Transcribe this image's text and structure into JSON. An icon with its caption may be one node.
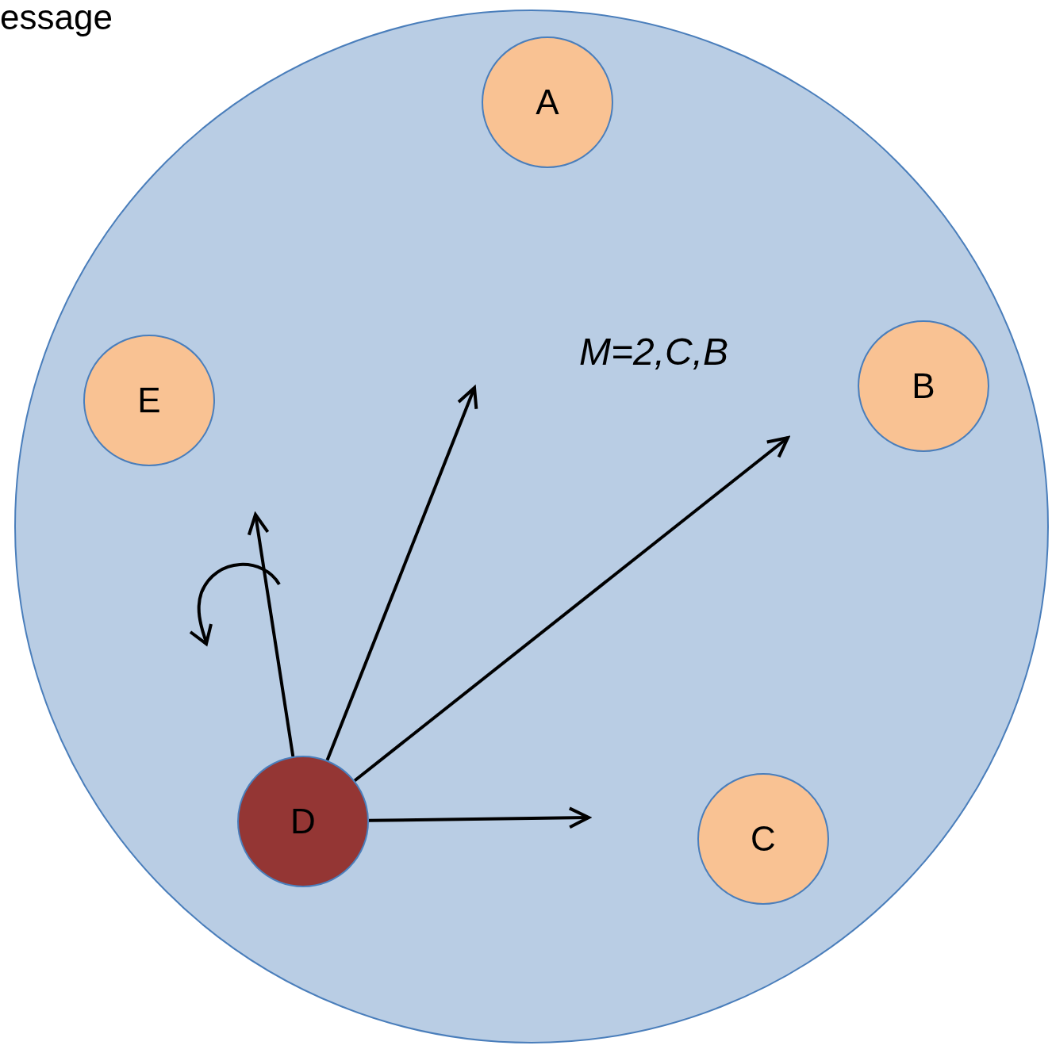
{
  "diagram": {
    "nodes": [
      {
        "text": [],
        "shape": "circle"
      },
      {
        "text": [
          "A"
        ],
        "in": 0
      },
      {
        "text": [
          "B"
        ],
        "in": 0
      },
      {
        "text": [
          "E"
        ],
        "in": 0
      },
      {
        "text": [
          "D"
        ],
        "in": 0
      },
      {
        "text": [
          "C"
        ],
        "in": 0
      }
    ],
    "edges": [
      {
        "from": 4,
        "to": null,
        "arrow": "to"
      },
      {
        "from": 4,
        "to": null,
        "arrow": "to"
      },
      {
        "from": 4,
        "to": null,
        "arrow": "to"
      },
      {
        "from": 4,
        "to": null,
        "arrow": "to"
      }
    ],
    "labels": [
      "essage",
      "M=2,C,B"
    ]
  }
}
